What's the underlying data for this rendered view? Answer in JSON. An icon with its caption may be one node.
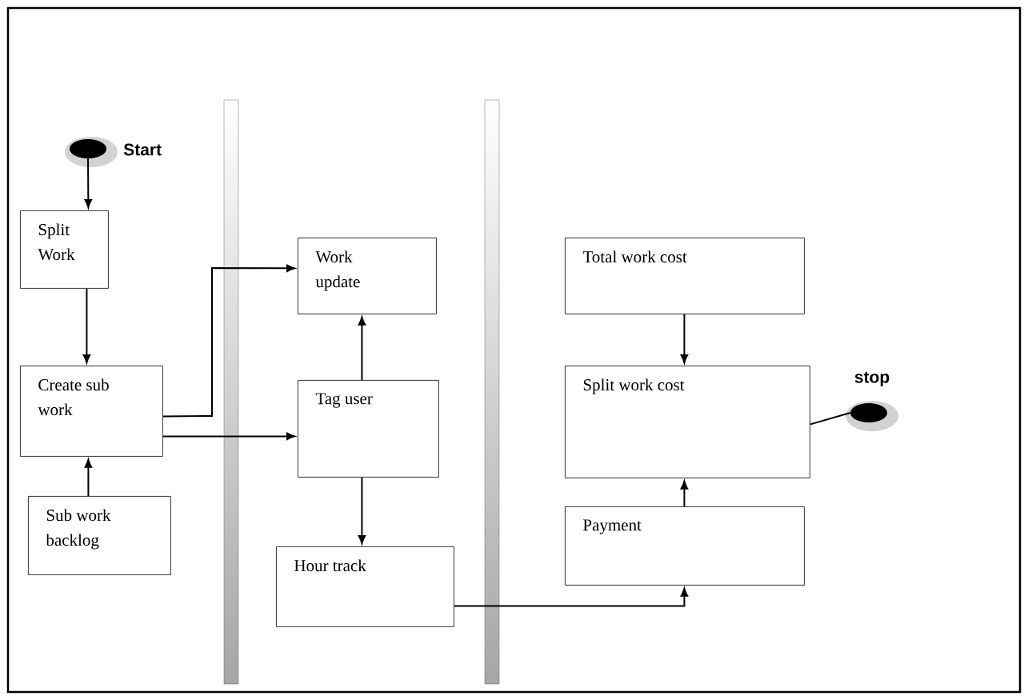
{
  "diagram": {
    "nodes": [
      {
        "text": [],
        "shape": "circle",
        "beside": [
          "Start"
        ]
      },
      {
        "text": [
          "Split Work"
        ]
      },
      {
        "text": [
          "Create sub work"
        ]
      },
      {
        "text": [
          "Sub work backlog"
        ]
      },
      {
        "text": [
          "Work update"
        ]
      },
      {
        "text": [
          "Tag user"
        ]
      },
      {
        "text": [
          "Hour track"
        ]
      },
      {
        "text": [
          "Total work cost"
        ]
      },
      {
        "text": [
          "Split work cost"
        ]
      },
      {
        "text": [
          "Payment"
        ]
      },
      {
        "text": [],
        "shape": "circle",
        "beside": [
          "stop"
        ]
      }
    ],
    "edges": [
      {
        "from": 0,
        "to": 1,
        "arrow": "to"
      },
      {
        "from": 1,
        "to": 2,
        "arrow": "to"
      },
      {
        "from": 3,
        "to": 2,
        "arrow": "to"
      },
      {
        "from": 2,
        "to": 4,
        "arrow": "to"
      },
      {
        "from": 2,
        "to": 5,
        "arrow": "to"
      },
      {
        "from": 5,
        "to": 4,
        "arrow": "to"
      },
      {
        "from": 5,
        "to": 6,
        "arrow": "to"
      },
      {
        "from": 7,
        "to": 8,
        "arrow": "to"
      },
      {
        "from": 9,
        "to": 8,
        "arrow": "to"
      },
      {
        "from": 6,
        "to": 9,
        "arrow": "to"
      },
      {
        "from": 8,
        "to": 10,
        "arrow": "none"
      }
    ]
  }
}
